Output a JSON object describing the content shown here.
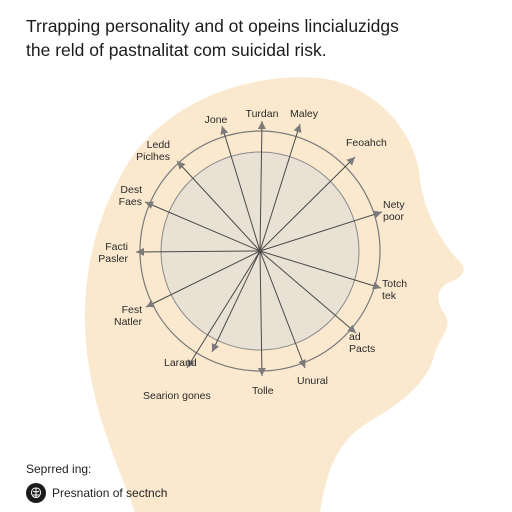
{
  "title": {
    "line1": "Trrapping personality and ot opeins lincialuzidgs",
    "line2": "the reld of pastnalitat com suicidal risk."
  },
  "labels": {
    "jone": [
      "Jone"
    ],
    "turdan": [
      "Turdan"
    ],
    "maley": [
      "Maley"
    ],
    "feoahch": [
      "Feoahch"
    ],
    "ledd_piclhes": [
      "Ledd",
      "Piclhes"
    ],
    "dest_faes": [
      "Dest",
      "Faes"
    ],
    "nety_poor": [
      "Nety",
      "poor"
    ],
    "facti_pasler": [
      "Facti",
      "Pasler"
    ],
    "totch_tek": [
      "Totch",
      "tek"
    ],
    "fest_natler": [
      "Fest",
      "Natler"
    ],
    "ad_pacts": [
      "ad",
      "Pacts"
    ],
    "larand": [
      "Larand"
    ],
    "unural": [
      "Unural"
    ],
    "tolle": [
      "Tolle"
    ],
    "searion_gones": [
      "Searion gones"
    ]
  },
  "legend": {
    "title": "Seprred ing:",
    "item": "Presnation of sectnch",
    "icon": "brain-icon"
  },
  "colors": {
    "head": "#fbe9cf",
    "inner_disc": "#e8e1d4",
    "ring_stroke": "#7a7a7a",
    "spoke": "#4a4a4a",
    "arrow": "#7b7b7b"
  }
}
